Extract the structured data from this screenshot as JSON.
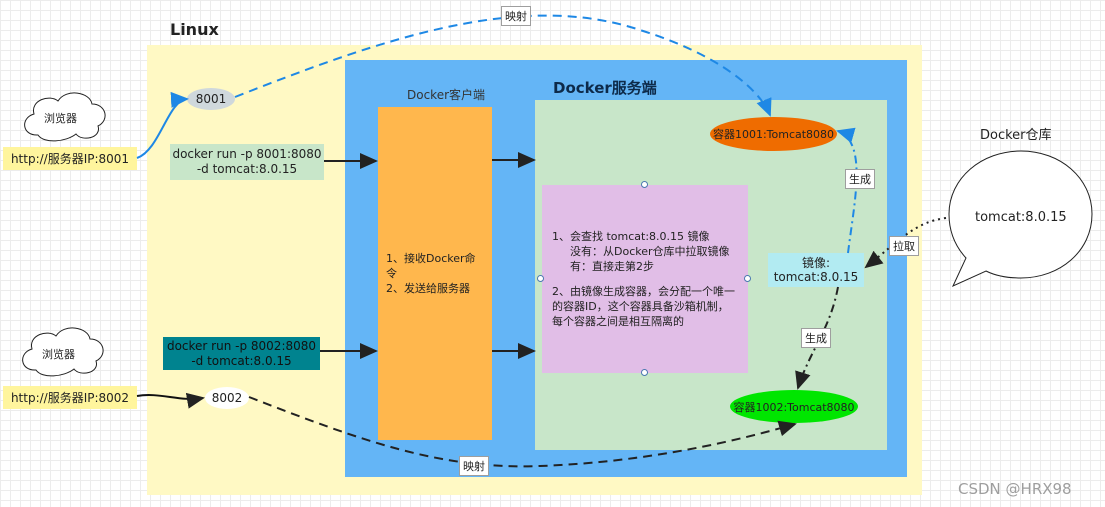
{
  "linux_label": "Linux",
  "docker_server_label": "Docker服务端",
  "docker_client_label": "Docker客户端",
  "client_box": {
    "line1": "1、接收Docker命令",
    "line2": "2、发送给服务器"
  },
  "process_box": {
    "step1_a": "1、会查找 tomcat:8.0.15 镜像",
    "step1_b": "没有：从Docker仓库中拉取镜像",
    "step1_c": "有：直接走第2步",
    "step2": "2、由镜像生成容器，会分配一个唯一的容器ID，这个容器具备沙箱机制，每个容器之间是相互隔离的"
  },
  "commands": {
    "cmd1_line1": "docker run -p 8001:8080",
    "cmd1_line2": "-d tomcat:8.0.15",
    "cmd2_line1": "docker run -p 8002:8080",
    "cmd2_line2": "-d tomcat:8.0.15"
  },
  "browsers": {
    "browser1": "浏览器",
    "browser2": "浏览器",
    "url1": "http://服务器IP:8001",
    "url2": "http://服务器IP:8002"
  },
  "ports": {
    "port1": "8001",
    "port2": "8002"
  },
  "containers": {
    "c1001": "容器1001:Tomcat8080",
    "c1002": "容器1002:Tomcat8080"
  },
  "image": {
    "line1": "镜像:",
    "line2": "tomcat:8.0.15"
  },
  "repository": {
    "label": "Docker仓库",
    "content": "tomcat:8.0.15"
  },
  "edge_labels": {
    "map_top": "映射",
    "map_bottom": "映射",
    "generate_top": "生成",
    "generate_bottom": "生成",
    "pull": "拉取"
  },
  "colors": {
    "linux_bg": "#fff9c4",
    "server_bg": "#64b5f6",
    "client_bg": "#ffb74d",
    "container_area_bg": "#c8e6c9",
    "process_bg": "#e1bee7",
    "container1001": "#ef6c00",
    "container1002": "#00e600",
    "image_bg": "#b2ebf2",
    "mapping_arrow": "#1e88e5"
  },
  "watermark": "CSDN @HRX98"
}
